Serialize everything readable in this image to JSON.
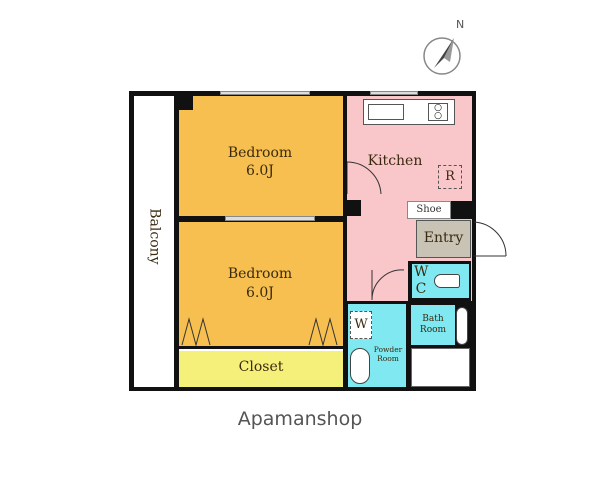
{
  "compass": {
    "north_label": "N"
  },
  "rooms": {
    "balcony": "Balcony",
    "bedroom1": {
      "name": "Bedroom",
      "size": "6.0J"
    },
    "bedroom2": {
      "name": "Bedroom",
      "size": "6.0J"
    },
    "closet": "Closet",
    "kitchen": "Kitchen",
    "fridge": "R",
    "shoe": "Shoe",
    "entry": "Entry",
    "wc_line1": "W",
    "wc_line2": "C",
    "washer": "W",
    "powder_room": "Powder Room",
    "bath_room": "Bath Room"
  },
  "brand": "Apamanshop",
  "colors": {
    "bedroom": "#f6bf4f",
    "closet": "#f5f07a",
    "kitchen": "#f9c6c9",
    "wet": "#7fe8f0",
    "entry": "#c8c3b5"
  }
}
